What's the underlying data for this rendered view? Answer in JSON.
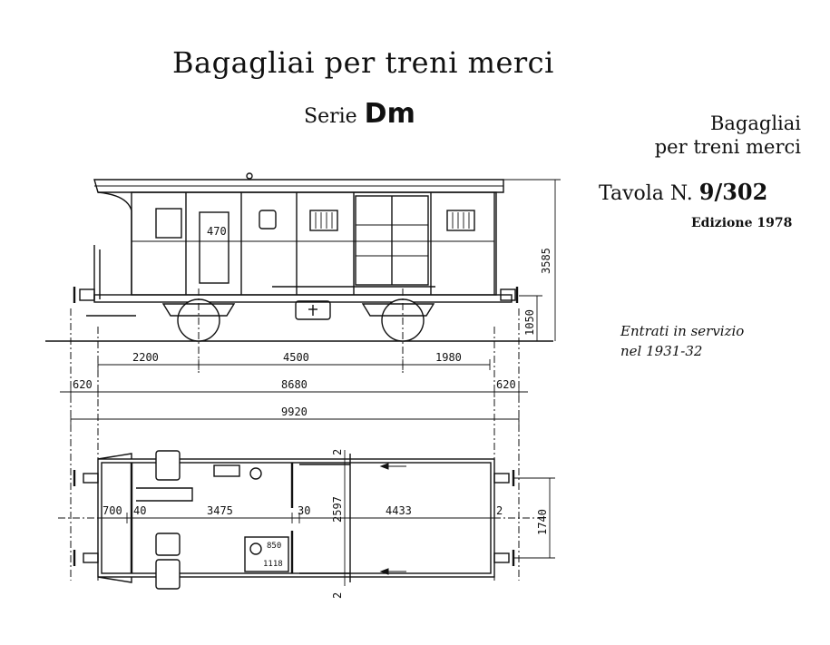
{
  "header": {
    "title": "Bagagliai per treni merci",
    "serie_label": "Serie",
    "serie_code": "Dm"
  },
  "side": {
    "title_line1": "Bagagliai",
    "title_line2": "per treni merci",
    "tavola_label": "Tavola N.",
    "tavola_number": "9/302",
    "edizione": "Edizione 1978"
  },
  "service": {
    "line1": "Entrati in servizio",
    "line2": "nel 1931-32"
  },
  "elevation": {
    "door_label": "470",
    "dims": {
      "height_total": "3585",
      "height_buffer": "1050",
      "wheel_left": "2200",
      "wheelbase": "4500",
      "wheel_right": "1980",
      "overhang_left": "620",
      "body_length": "8680",
      "overhang_right": "620",
      "overall_length": "9920"
    }
  },
  "plan": {
    "dims": {
      "end_left": "700",
      "wall_a": "40",
      "compartment_a": "3475",
      "wall_b": "30",
      "compartment_b": "4433",
      "wall_end": "2",
      "width": "2597",
      "track": "1740",
      "wall_top": "2",
      "wall_bottom": "2",
      "small_a": "850",
      "small_b": "1118"
    }
  }
}
